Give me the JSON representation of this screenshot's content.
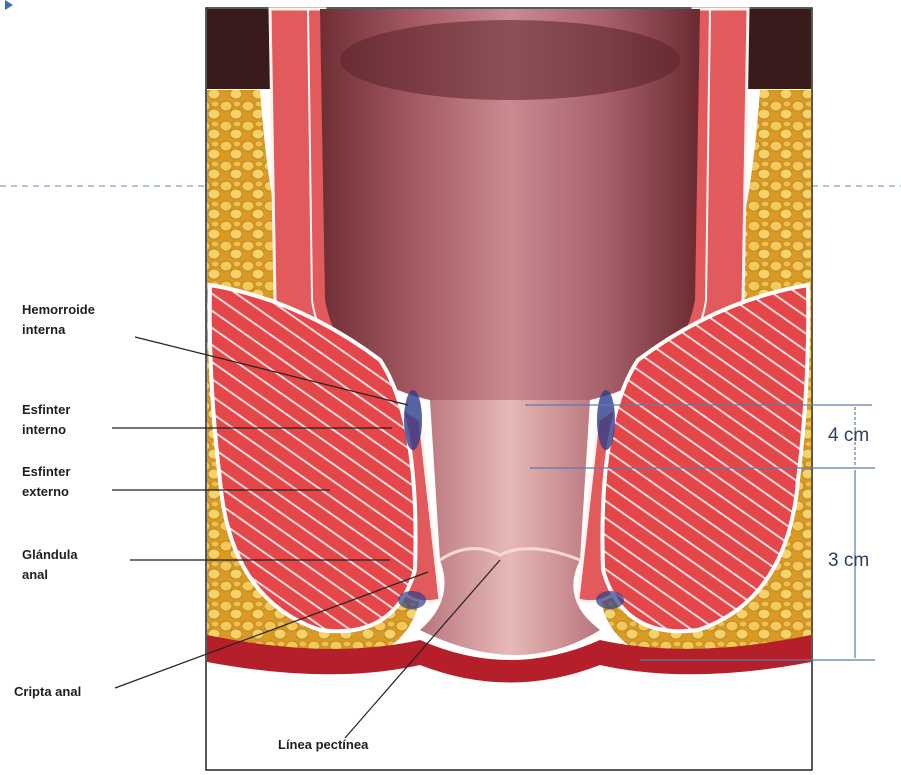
{
  "labels": {
    "internal_hemorrhoid_1": "Hemorroide",
    "internal_hemorrhoid_2": "interna",
    "internal_sphincter_1": "Esfinter",
    "internal_sphincter_2": "interno",
    "external_sphincter_1": "Esfinter",
    "external_sphincter_2": "externo",
    "anal_gland_1": "Glándula",
    "anal_gland_2": "anal",
    "anal_crypt": "Cripta anal",
    "pectinate_line": "Línea pectínea"
  },
  "measurements": {
    "upper": "4 cm",
    "lower": "3 cm"
  },
  "colors": {
    "fat": "#e0a93a",
    "muscle": "#d83a3f",
    "mucosa": "#b86a72",
    "frame": "#222222",
    "guide": "#7fa2c8",
    "measure": "#2a3f6a"
  }
}
